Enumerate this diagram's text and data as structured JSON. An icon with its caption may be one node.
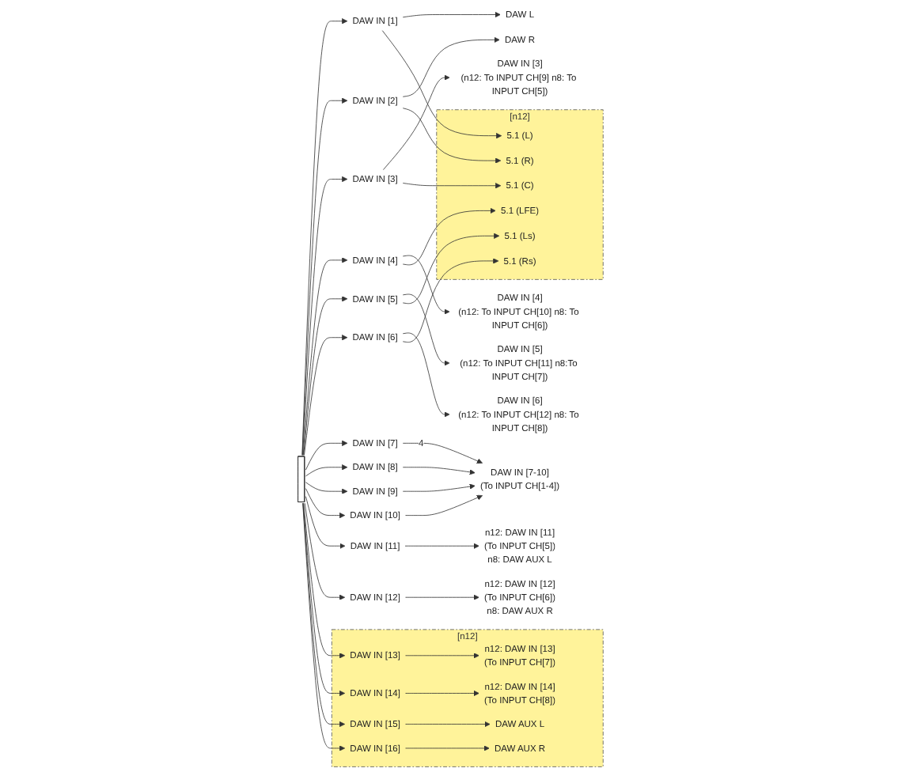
{
  "diagram": {
    "nodes": [
      {
        "text": [],
        "shape": "bar"
      },
      {
        "text": [
          "DAW L"
        ]
      },
      {
        "text": [
          "DAW R"
        ]
      },
      {
        "text": [
          "DAW IN [3]",
          "(n12: To INPUT CH[9] n8: To INPUT CH[5])"
        ]
      },
      {
        "text": [
          "DAW IN [4]",
          "(n12: To INPUT CH[10] n8: To INPUT CH[6])"
        ]
      },
      {
        "text": [
          "DAW IN [5]",
          "(n12: To INPUT CH[11] n8:To INPUT CH[7])"
        ]
      },
      {
        "text": [
          "DAW IN [6]",
          "(n12: To INPUT CH[12] n8: To INPUT CH[8])"
        ]
      },
      {
        "text": [
          "DAW IN [1]"
        ]
      },
      {
        "text": [
          "DAW IN [2]"
        ]
      },
      {
        "text": [
          "[n12]"
        ]
      },
      {
        "text": [
          "5.1 (L)"
        ],
        "in": 9
      },
      {
        "text": [
          "5.1 (R)"
        ],
        "in": 9
      },
      {
        "text": [
          "5.1 (C)"
        ],
        "in": 9
      },
      {
        "text": [
          "5.1 (LFE)"
        ],
        "in": 9
      },
      {
        "text": [
          "5.1 (Ls)"
        ],
        "in": 9
      },
      {
        "text": [
          "5.1 (Rs)"
        ],
        "in": 9
      },
      {
        "text": [
          "DAW IN [3]"
        ]
      },
      {
        "text": [
          "DAW IN [4]"
        ]
      },
      {
        "text": [
          "DAW IN [5]"
        ]
      },
      {
        "text": [
          "DAW IN [6]"
        ]
      },
      {
        "text": [
          "DAW IN [7]"
        ]
      },
      {
        "text": [
          "DAW IN [8]"
        ]
      },
      {
        "text": [
          "DAW IN [9]"
        ]
      },
      {
        "text": [
          "DAW IN [10]"
        ]
      },
      {
        "text": [
          "DAW IN [7-10]",
          "(To INPUT CH[1-4])"
        ]
      },
      {
        "text": [
          "DAW IN [11]"
        ]
      },
      {
        "text": [
          "n12: DAW IN [11]",
          "(To INPUT CH[5])",
          "n8: DAW AUX L"
        ]
      },
      {
        "text": [
          "DAW IN [12]"
        ]
      },
      {
        "text": [
          "n12: DAW IN [12]",
          "(To INPUT CH[6])",
          "n8: DAW AUX R"
        ]
      },
      {
        "text": [
          "[n12]"
        ]
      },
      {
        "text": [
          "DAW IN [13]"
        ],
        "in": 29
      },
      {
        "text": [
          "n12: DAW IN [13]",
          "(To INPUT CH[7])"
        ],
        "in": 29
      },
      {
        "text": [
          "DAW IN [14]"
        ],
        "in": 29
      },
      {
        "text": [
          "n12: DAW IN [14]",
          "(To INPUT CH[8])"
        ],
        "in": 29
      },
      {
        "text": [
          "DAW IN [15]"
        ],
        "in": 29
      },
      {
        "text": [
          "DAW AUX L"
        ],
        "in": 29
      },
      {
        "text": [
          "DAW IN [16]"
        ],
        "in": 29
      },
      {
        "text": [
          "DAW AUX R"
        ],
        "in": 29
      }
    ],
    "edges": [
      {
        "from": 0,
        "to": 7,
        "arrow": "to"
      },
      {
        "from": 0,
        "to": 8,
        "arrow": "to"
      },
      {
        "from": 0,
        "to": 16,
        "arrow": "to"
      },
      {
        "from": 0,
        "to": 17,
        "arrow": "to"
      },
      {
        "from": 0,
        "to": 18,
        "arrow": "to"
      },
      {
        "from": 0,
        "to": 19,
        "arrow": "to"
      },
      {
        "from": 0,
        "to": 20,
        "arrow": "to"
      },
      {
        "from": 0,
        "to": 21,
        "arrow": "to"
      },
      {
        "from": 0,
        "to": 22,
        "arrow": "to"
      },
      {
        "from": 0,
        "to": 23,
        "arrow": "to"
      },
      {
        "from": 0,
        "to": 25,
        "arrow": "to"
      },
      {
        "from": 0,
        "to": 27,
        "arrow": "to"
      },
      {
        "from": 0,
        "to": 30,
        "arrow": "to"
      },
      {
        "from": 0,
        "to": 32,
        "arrow": "to"
      },
      {
        "from": 0,
        "to": 34,
        "arrow": "to"
      },
      {
        "from": 0,
        "to": 36,
        "arrow": "to"
      },
      {
        "from": 7,
        "to": 1,
        "arrow": "to"
      },
      {
        "from": 8,
        "to": 2,
        "arrow": "to"
      },
      {
        "from": 16,
        "to": 3,
        "arrow": "to"
      },
      {
        "from": 17,
        "to": 4,
        "arrow": "to"
      },
      {
        "from": 18,
        "to": 5,
        "arrow": "to"
      },
      {
        "from": 19,
        "to": 6,
        "arrow": "to"
      },
      {
        "from": 7,
        "to": 10,
        "arrow": "to"
      },
      {
        "from": 8,
        "to": 11,
        "arrow": "to"
      },
      {
        "from": 16,
        "to": 12,
        "arrow": "to"
      },
      {
        "from": 17,
        "to": 13,
        "arrow": "to"
      },
      {
        "from": 18,
        "to": 14,
        "arrow": "to"
      },
      {
        "from": 19,
        "to": 15,
        "arrow": "to"
      },
      {
        "from": 20,
        "to": 24,
        "arrow": "to",
        "label": "4"
      },
      {
        "from": 21,
        "to": 24,
        "arrow": "to"
      },
      {
        "from": 22,
        "to": 24,
        "arrow": "to"
      },
      {
        "from": 23,
        "to": 24,
        "arrow": "to"
      },
      {
        "from": 25,
        "to": 26,
        "arrow": "to"
      },
      {
        "from": 27,
        "to": 28,
        "arrow": "to"
      },
      {
        "from": 30,
        "to": 31,
        "arrow": "to"
      },
      {
        "from": 32,
        "to": 33,
        "arrow": "to"
      },
      {
        "from": 34,
        "to": 35,
        "arrow": "to"
      },
      {
        "from": 36,
        "to": 37,
        "arrow": "to"
      }
    ]
  }
}
